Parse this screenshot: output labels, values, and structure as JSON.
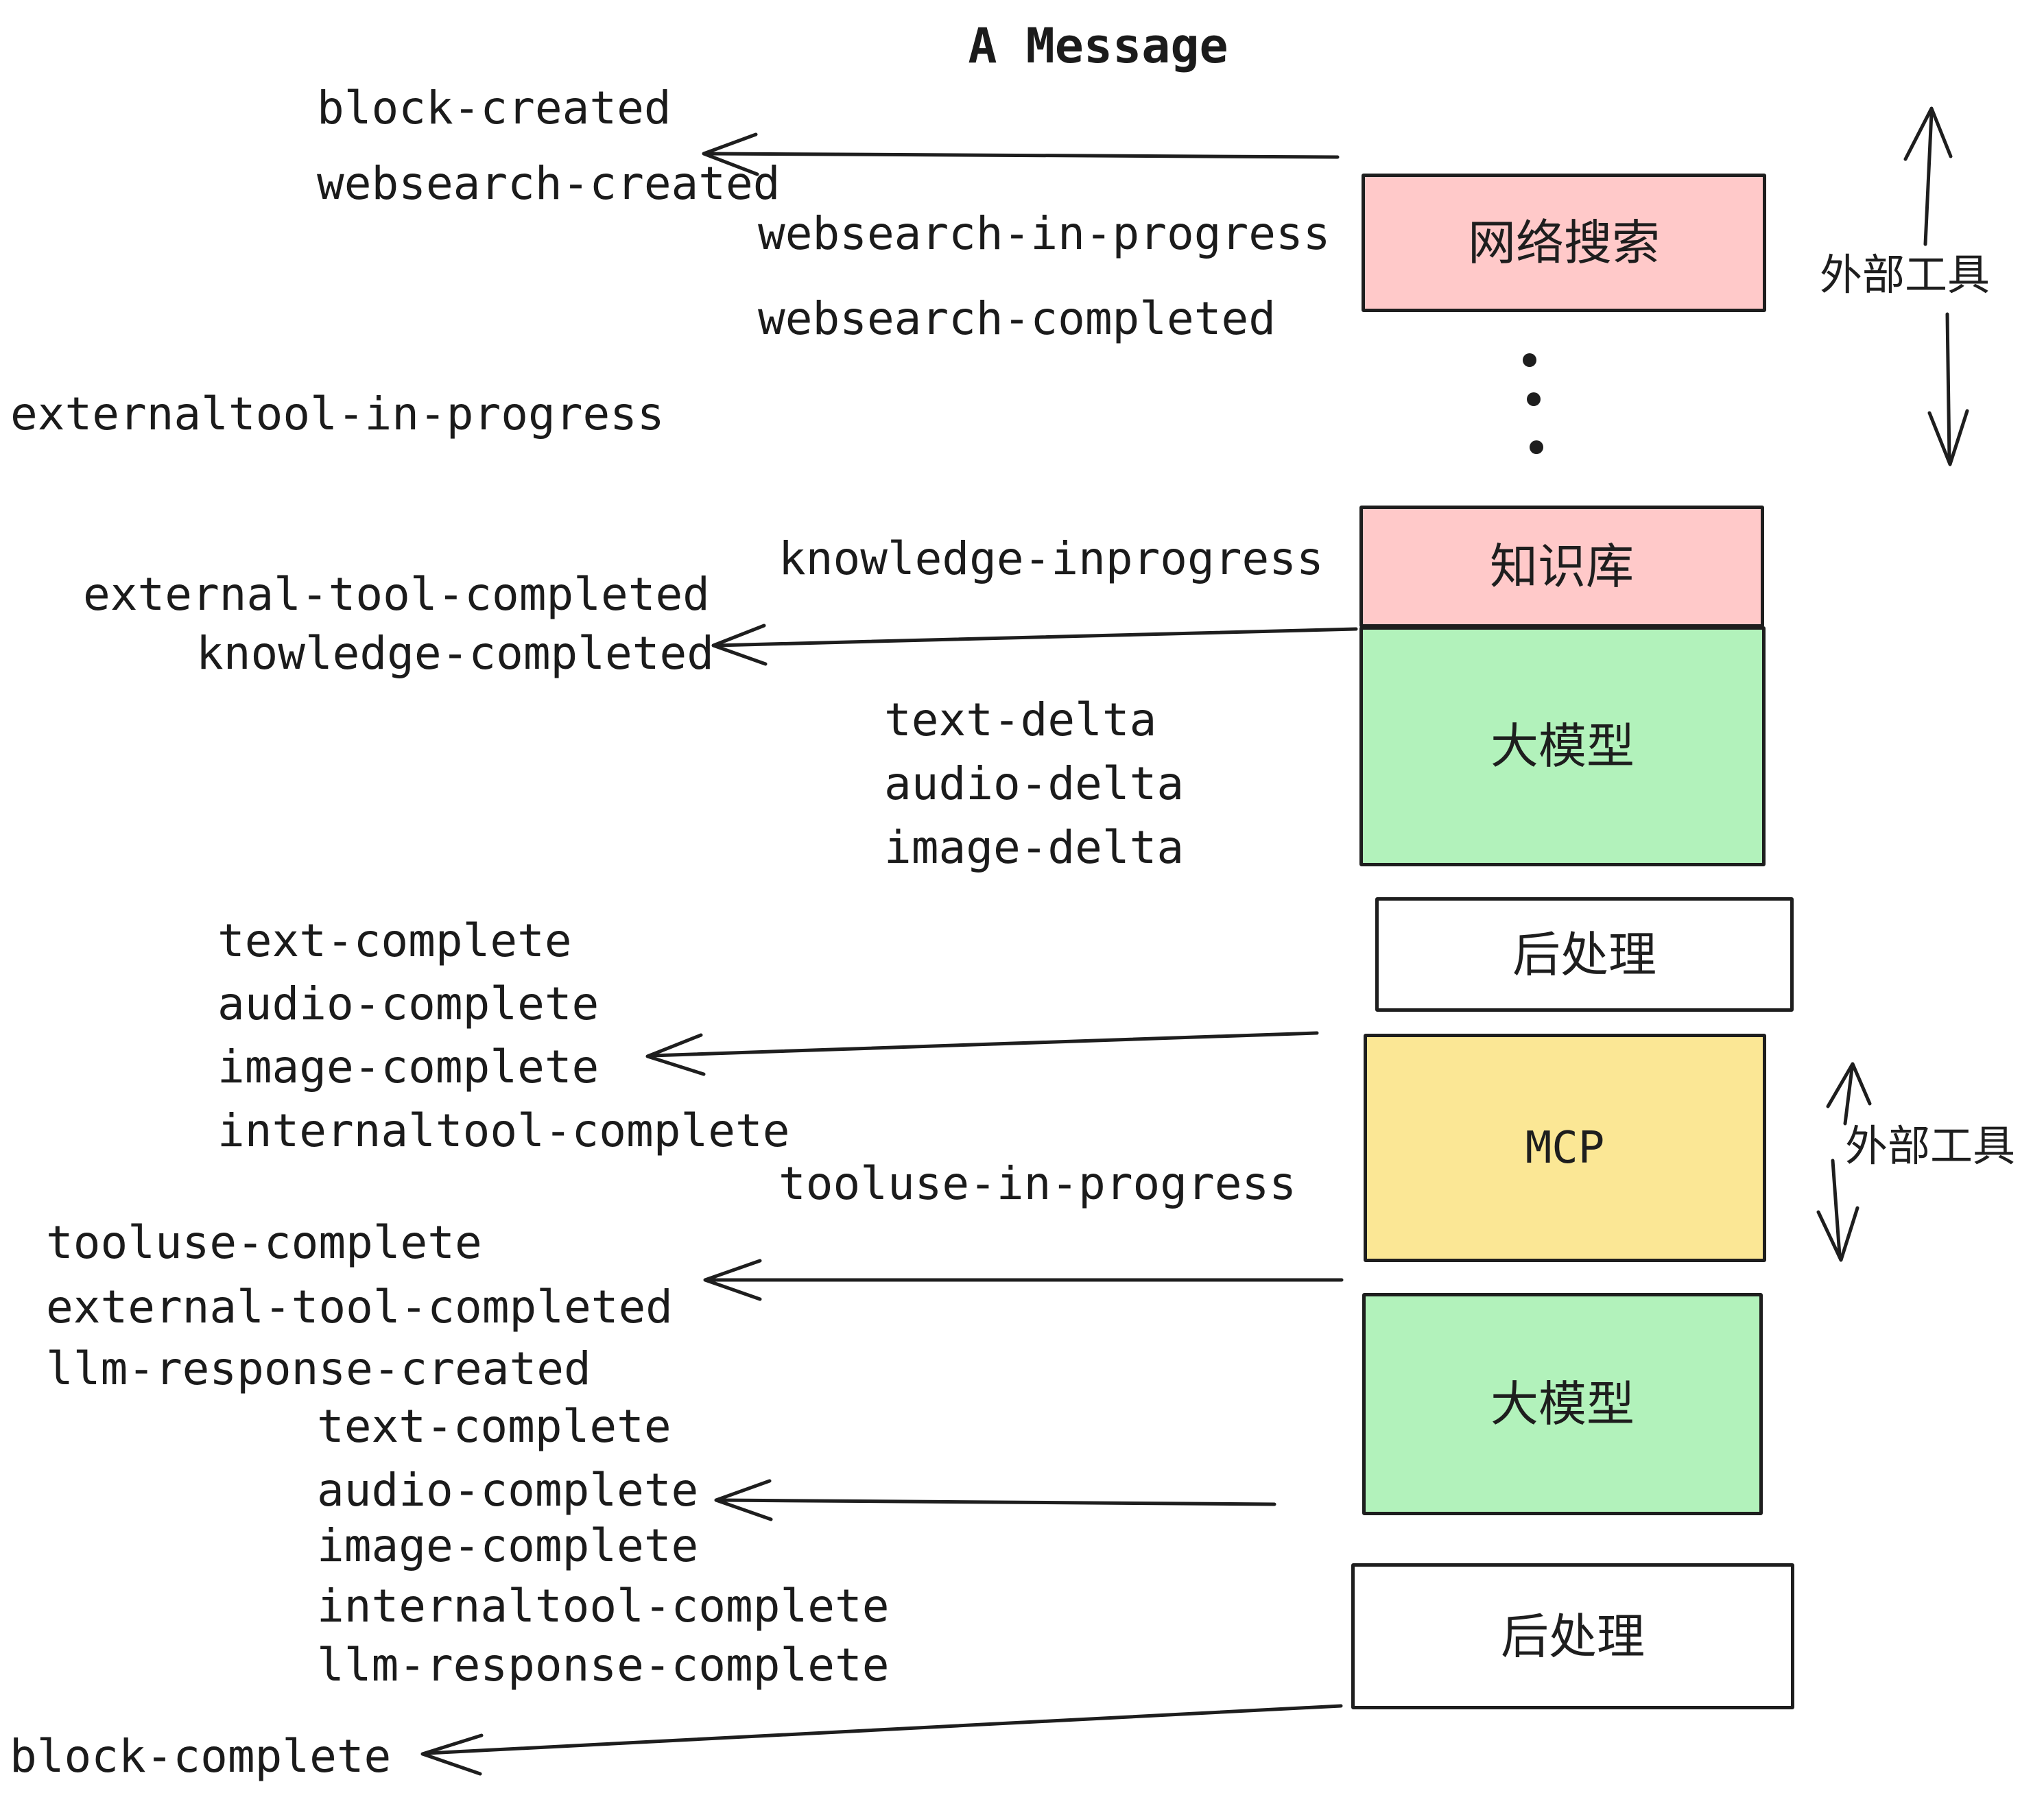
{
  "title": "A Message",
  "events": [
    {
      "text": "block-created"
    },
    {
      "text": "websearch-created"
    },
    {
      "text": "websearch-in-progress"
    },
    {
      "text": "websearch-completed"
    },
    {
      "text": "externaltool-in-progress"
    },
    {
      "text": "knowledge-inprogress"
    },
    {
      "text": "external-tool-completed"
    },
    {
      "text": "knowledge-completed"
    },
    {
      "text": "text-delta"
    },
    {
      "text": "audio-delta"
    },
    {
      "text": "image-delta"
    },
    {
      "text": "text-complete"
    },
    {
      "text": "audio-complete"
    },
    {
      "text": "image-complete"
    },
    {
      "text": "internaltool-complete"
    },
    {
      "text": "tooluse-in-progress"
    },
    {
      "text": "tooluse-complete"
    },
    {
      "text": "external-tool-completed"
    },
    {
      "text": "llm-response-created"
    },
    {
      "text": "text-complete"
    },
    {
      "text": "audio-complete"
    },
    {
      "text": "image-complete"
    },
    {
      "text": "internaltool-complete"
    },
    {
      "text": "llm-response-complete"
    },
    {
      "text": "block-complete"
    }
  ],
  "boxes": [
    {
      "id": "websearch",
      "label": "网络搜索",
      "color": "#FFC9C9"
    },
    {
      "id": "knowledge",
      "label": "知识库",
      "color": "#FFC9C9"
    },
    {
      "id": "llm-1",
      "label": "大模型",
      "color": "#B2F2BB"
    },
    {
      "id": "postprocess-1",
      "label": "后处理",
      "color": "#FFFFFF"
    },
    {
      "id": "mcp",
      "label": "MCP",
      "color": "#FBE795"
    },
    {
      "id": "llm-2",
      "label": "大模型",
      "color": "#B2F2BB"
    },
    {
      "id": "postprocess-2",
      "label": "后处理",
      "color": "#FFFFFF"
    }
  ],
  "side_labels": [
    {
      "text": "外部工具"
    },
    {
      "text": "外部工具"
    }
  ],
  "colors": {
    "box_pink": "#FFC9C9",
    "box_green": "#B2F2BB",
    "box_yellow": "#FBE795",
    "box_white": "#FFFFFF",
    "stroke": "#1E1E1E",
    "text": "#1B1B1B"
  }
}
